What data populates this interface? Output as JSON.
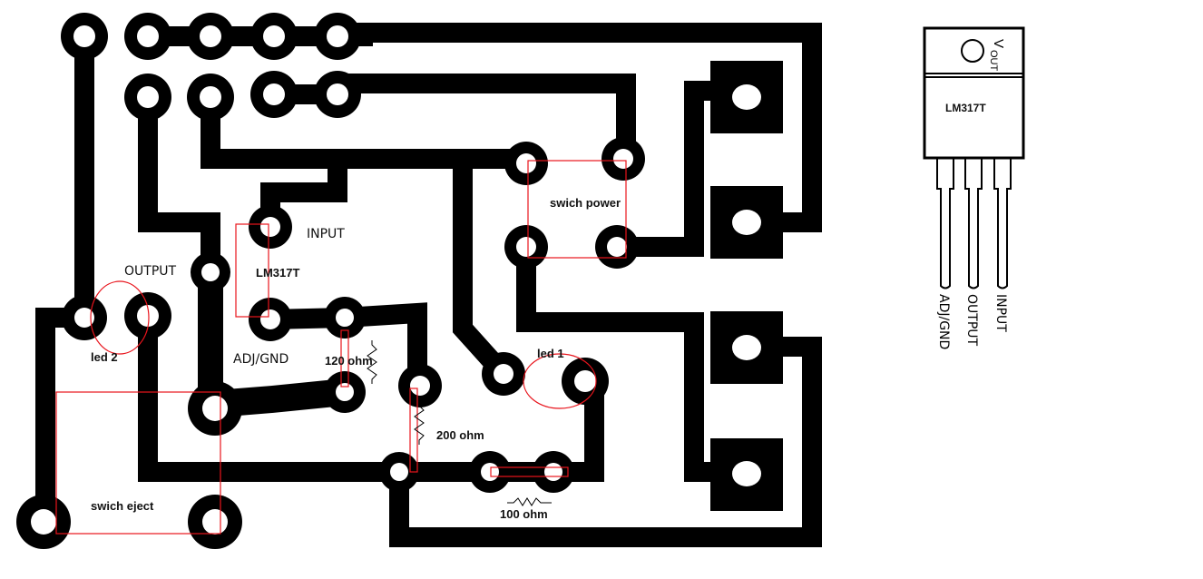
{
  "labels": {
    "input": "INPUT",
    "output": "OUTPUT",
    "adj_gnd": "ADJ/GND",
    "regulator": "LM317T",
    "led2": "led 2",
    "led1": "led 1",
    "r120": "120 ohm",
    "r200": "200 ohm",
    "r100": "100 ohm",
    "switch_eject": "swich eject",
    "switch_power": "swich power"
  },
  "package": {
    "part": "LM317T",
    "tab_label": "V",
    "tab_sub": "OUT",
    "pins": [
      "ADJ/GND",
      "OUTPUT",
      "INPUT"
    ]
  },
  "colors": {
    "copper": "#000000",
    "annotation": "#e8141c",
    "background": "#ffffff"
  }
}
